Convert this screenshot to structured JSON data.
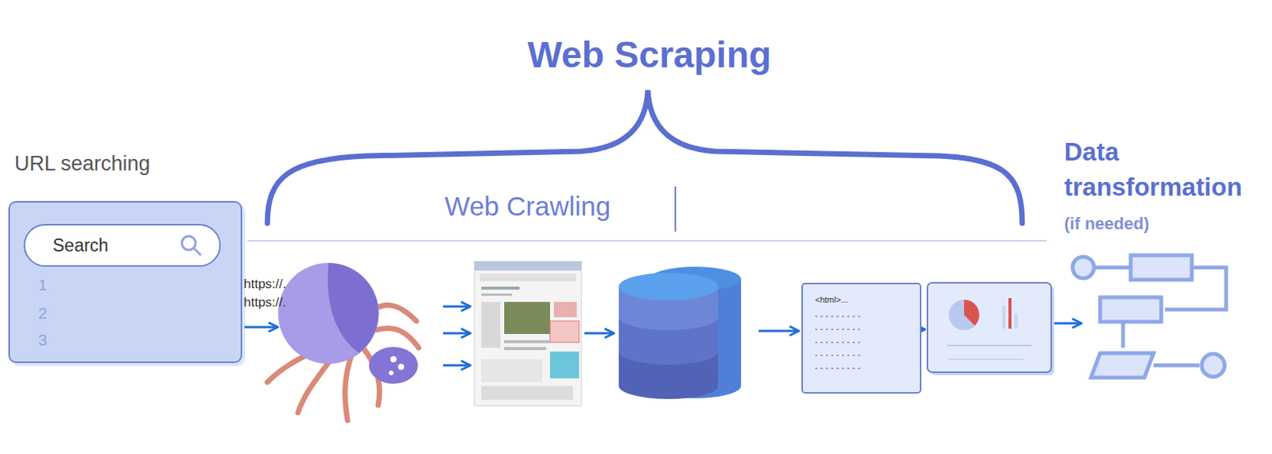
{
  "diagram": {
    "title": "Web Scraping",
    "nodes": [
      {
        "text": [
          "URL searching"
        ]
      },
      {
        "text": [
          "Search"
        ],
        "in": 0
      },
      {
        "text": [
          "<html>..."
        ]
      }
    ],
    "labels": [
      "Web Crawling",
      "1",
      "2",
      "3",
      "https://.",
      "https://.",
      "Data transformation",
      "(if needed)"
    ]
  }
}
